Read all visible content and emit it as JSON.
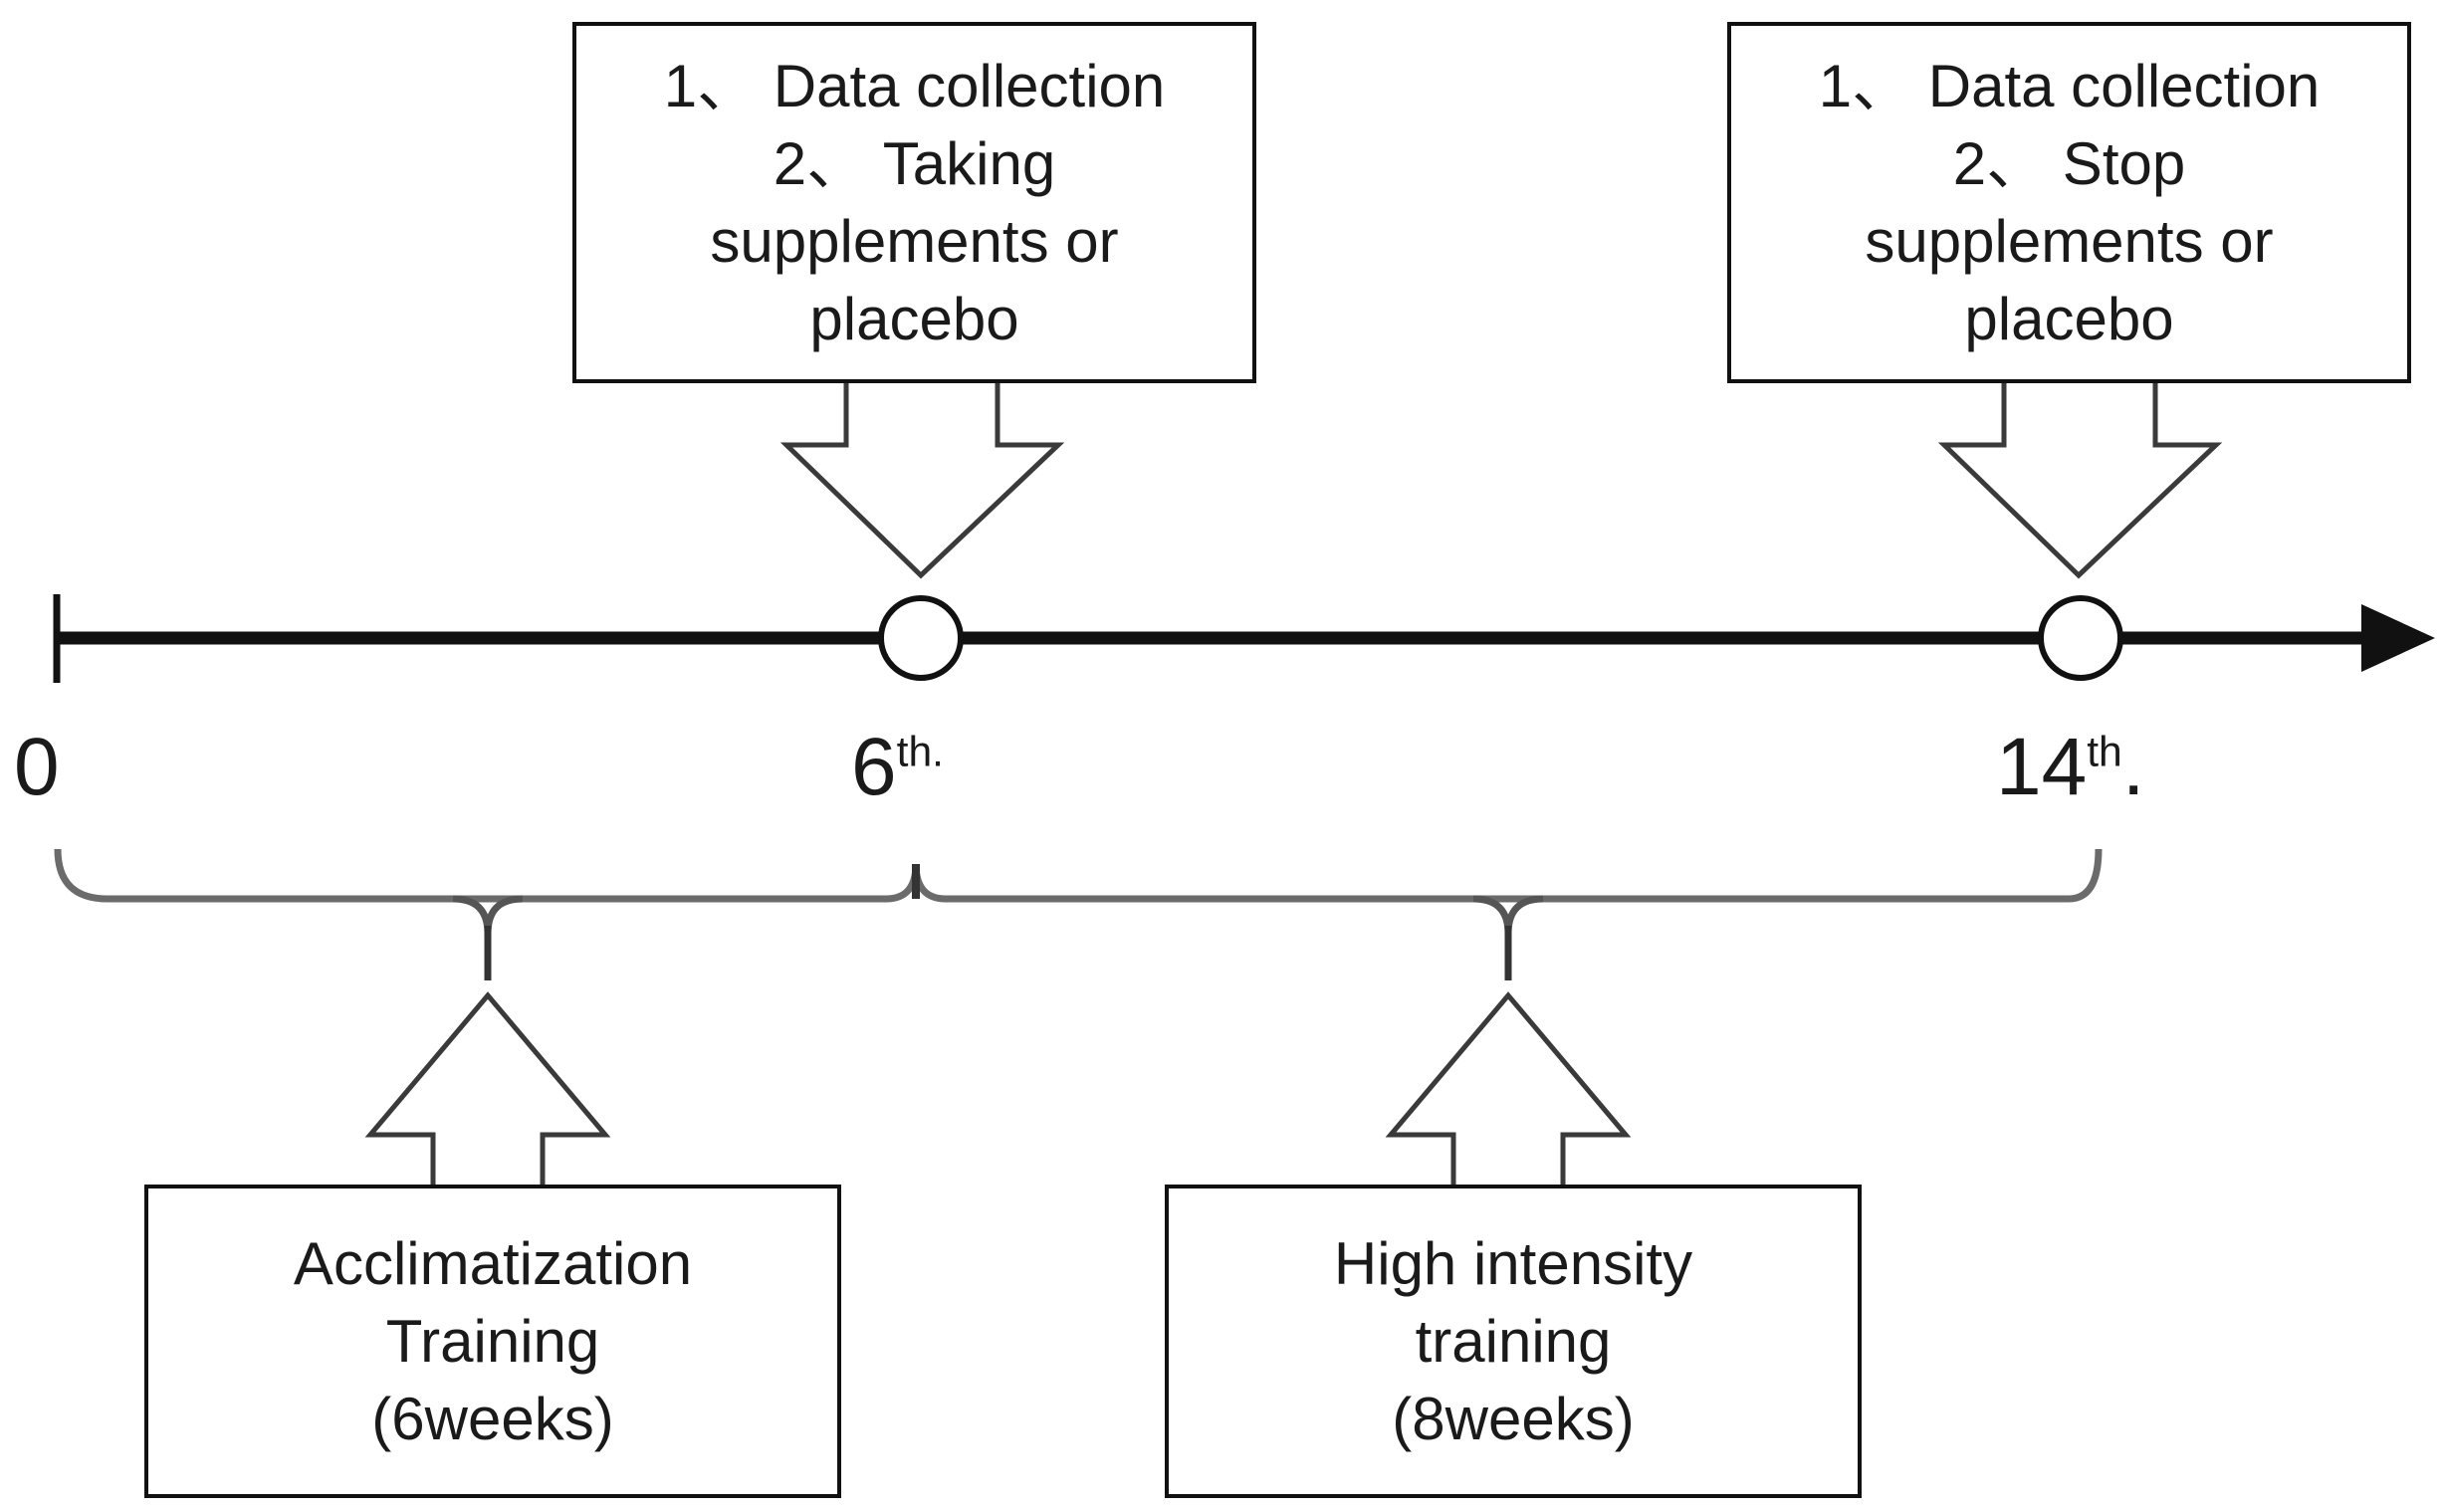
{
  "figure": {
    "type": "study-timeline",
    "background": "#ffffff",
    "line_color": "#111111"
  },
  "top_boxes": [
    {
      "id": "data-collection-supplement-start",
      "lines": [
        "1、 Data collection",
        "2、 Taking",
        "supplements or",
        "placebo"
      ],
      "points_to": "week-6-marker"
    },
    {
      "id": "data-collection-supplement-stop",
      "lines": [
        "1、 Data collection",
        "2、 Stop",
        "supplements or",
        "placebo"
      ],
      "points_to": "week-14-marker"
    }
  ],
  "timeline": {
    "arrow_direction": "right",
    "start_tick_label": "0",
    "markers": [
      {
        "id": "week-6-marker",
        "number": "6",
        "ordinal": "th",
        "suffix": ".",
        "shape": "open-circle"
      },
      {
        "id": "week-14-marker",
        "number": "14",
        "ordinal": "th",
        "suffix": ".",
        "shape": "open-circle"
      }
    ]
  },
  "phases": [
    {
      "id": "acclimatization",
      "lines": [
        "Acclimatization",
        "Training",
        "(6weeks)"
      ],
      "brace_from": "0",
      "brace_to": "6th."
    },
    {
      "id": "high-intensity",
      "lines": [
        "High intensity",
        "training",
        "(8weeks)"
      ],
      "brace_from": "6th.",
      "brace_to": "14th."
    }
  ]
}
